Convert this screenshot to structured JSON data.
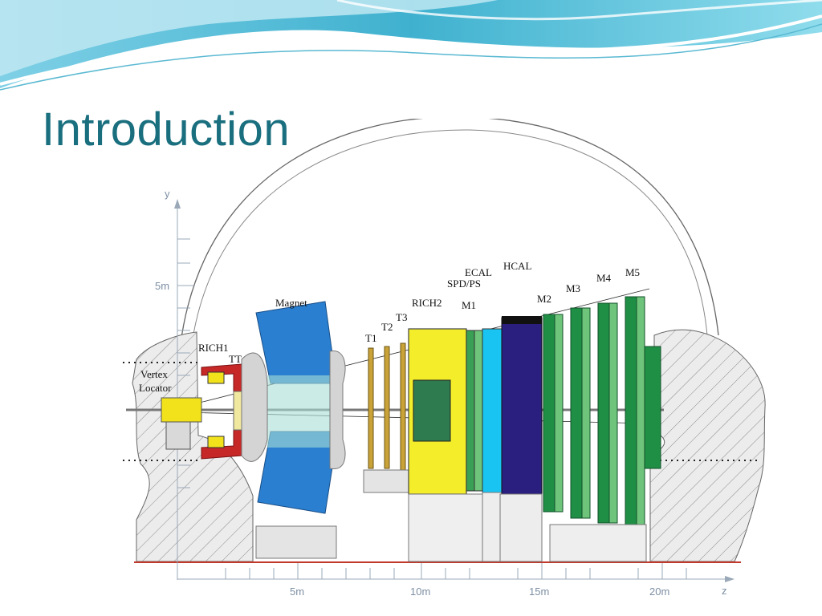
{
  "slide": {
    "title": "Introduction",
    "theme_colors": {
      "title": "#1a6f7f",
      "wave_light": "#bfe8f2",
      "wave_dark": "#3fb1cf"
    }
  },
  "diagram": {
    "labels": {
      "vertex_locator_line1": "Vertex",
      "vertex_locator_line2": "Locator",
      "rich1": "RICH1",
      "tt": "TT",
      "magnet": "Magnet",
      "t1": "T1",
      "t2": "T2",
      "t3": "T3",
      "rich2": "RICH2",
      "spd_ps": "SPD/PS",
      "ecal": "ECAL",
      "hcal": "HCAL",
      "m1": "M1",
      "m2": "M2",
      "m3": "M3",
      "m4": "M4",
      "m5": "M5"
    },
    "axes": {
      "y_label": "y",
      "y_tick": "5m",
      "z_label": "z",
      "z_ticks": [
        "5m",
        "10m",
        "15m",
        "20m"
      ]
    },
    "colors": {
      "magnet": "#2a7fd0",
      "rich": "#f4ee2a",
      "ecal": "#19c4f2",
      "hcal": "#2a1f7e",
      "muon": "#1f8f45",
      "muon_light": "#6ec47a",
      "floor_line": "#c0392b",
      "rich1_frame": "#c62828"
    }
  }
}
